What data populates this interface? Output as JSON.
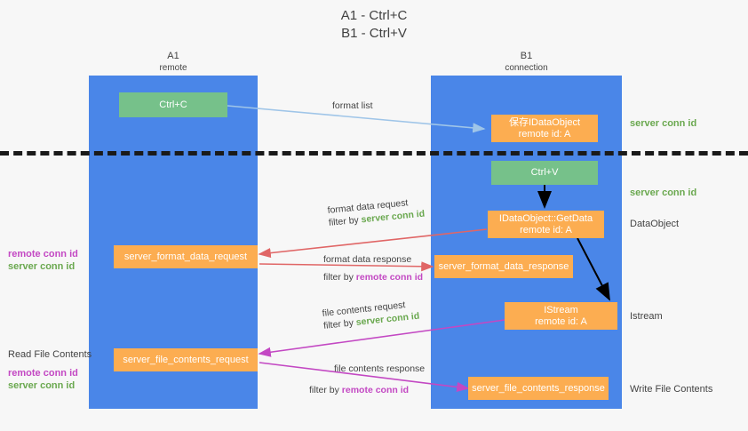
{
  "title": {
    "line1": "A1 - Ctrl+C",
    "line2": "B1 - Ctrl+V"
  },
  "lanes": [
    {
      "id": "a1",
      "name": "A1",
      "role": "remote",
      "color": "#4a86e8"
    },
    {
      "id": "b1",
      "name": "B1",
      "role": "connection",
      "color": "#4a86e8"
    }
  ],
  "boxes": {
    "ctrl_c": {
      "label": "Ctrl+C",
      "color": "#76c18a"
    },
    "ctrl_v": {
      "label": "Ctrl+V",
      "color": "#76c18a"
    },
    "save_idataobject": {
      "line1": "保存IDataObject",
      "line2": "remote id: A",
      "color": "#fcad51"
    },
    "getdata": {
      "line1": "IDataObject::GetData",
      "line2": "remote id: A",
      "color": "#fcad51"
    },
    "istream": {
      "line1": "IStream",
      "line2": "remote id: A",
      "color": "#fcad51"
    },
    "format_data_request": {
      "label": "server_format_data_request",
      "color": "#fcad51"
    },
    "format_data_response": {
      "label": "server_format_data_response",
      "color": "#fcad51"
    },
    "file_contents_request": {
      "label": "server_file_contents_request",
      "color": "#fcad51"
    },
    "file_contents_response": {
      "label": "server_file_contents_response",
      "color": "#fcad51"
    }
  },
  "right_labels": {
    "server_conn_id_top": "server conn id",
    "server_conn_id_mid": "server conn id",
    "dataobject": "DataObject",
    "istream": "Istream",
    "write_file_contents": "Write File Contents"
  },
  "left_labels": {
    "remote_conn_id_1": "remote conn id",
    "server_conn_id_1": "server conn id",
    "read_file_contents": "Read File Contents",
    "remote_conn_id_2": "remote conn id",
    "server_conn_id_2": "server conn id"
  },
  "edges": {
    "format_list": {
      "text": "format list",
      "color": "#9fc5e8"
    },
    "format_data_request": {
      "line1": "format data request",
      "filter_prefix": "filter by ",
      "filter_key": "server conn id",
      "color": "#e06666"
    },
    "format_data_response": {
      "line1": "format data response",
      "filter_prefix": "filter by ",
      "filter_key": "remote conn id",
      "color": "#e06666"
    },
    "file_contents_request": {
      "line1": "file contents request",
      "filter_prefix": "filter by ",
      "filter_key": "server conn id",
      "color": "#c348c3"
    },
    "file_contents_response": {
      "line1": "file contents response",
      "filter_prefix": "filter by ",
      "filter_key": "remote conn id",
      "color": "#c348c3"
    }
  },
  "colors": {
    "lane": "#4a86e8",
    "green_key": "#6aa84f",
    "purple_key": "#c348c3",
    "red_arrow": "#e06666",
    "magenta_arrow": "#c348c3",
    "blue_arrow": "#9fc5e8",
    "black_arrow": "#000000",
    "divider": "#1a1a1a"
  }
}
